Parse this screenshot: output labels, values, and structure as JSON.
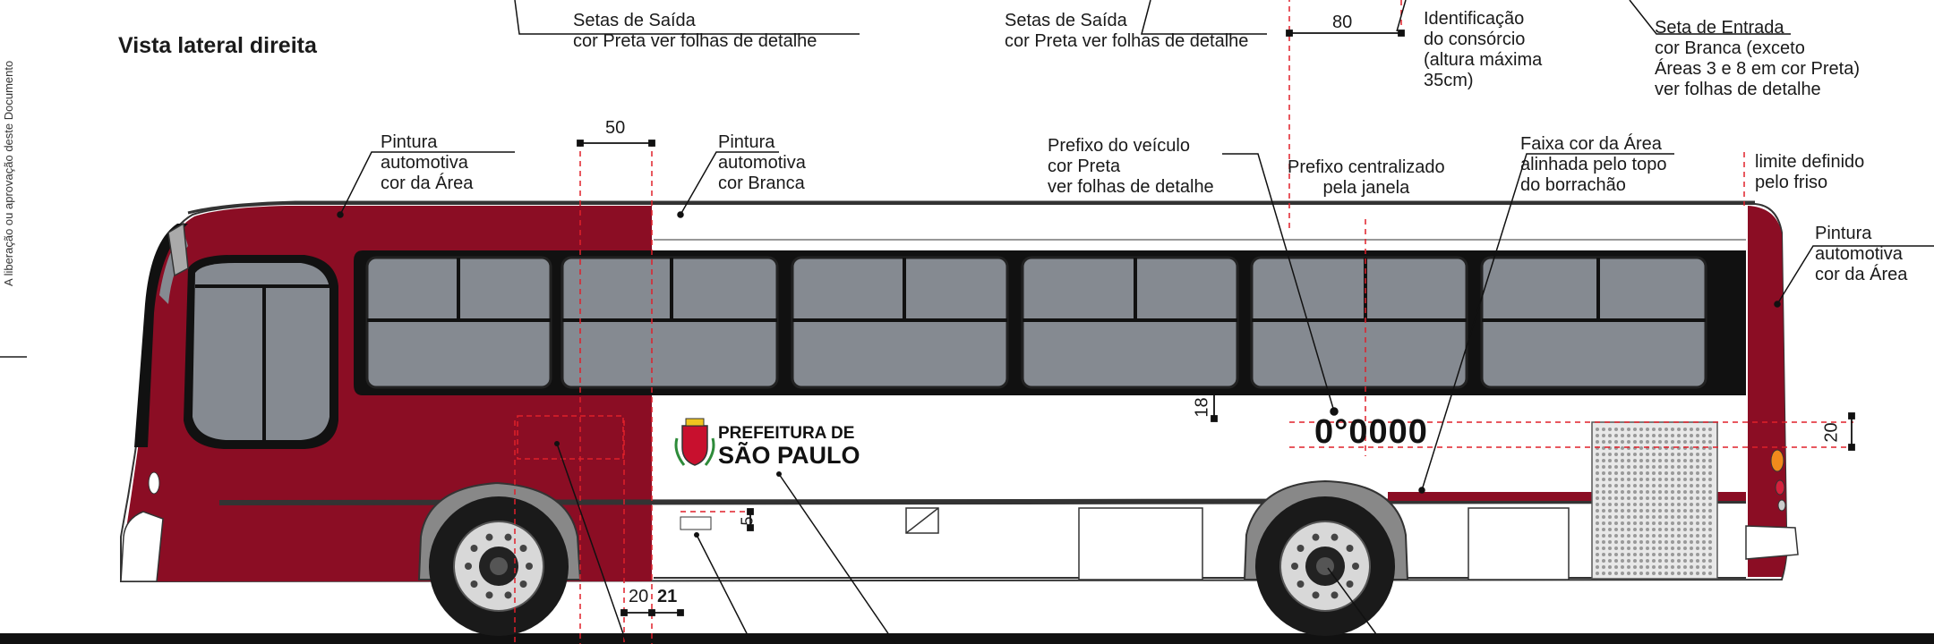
{
  "margin_note": "A liberação ou aprovação deste Documento",
  "title": "Vista lateral direita",
  "callouts": {
    "setas_saida_1": [
      "Setas de Saída",
      "cor Preta ver folhas de detalhe"
    ],
    "setas_saida_2": [
      "Setas de Saída",
      "cor Preta ver folhas de detalhe"
    ],
    "identificacao": [
      "Identificação",
      "do consórcio",
      "(altura máxima",
      "35cm)"
    ],
    "seta_entrada": [
      "Seta de Entrada",
      "cor Branca (exceto",
      "Áreas 3 e 8 em cor Preta)",
      "ver folhas de detalhe"
    ],
    "pintura_area_left": [
      "Pintura",
      "automotiva",
      "cor da Área"
    ],
    "pintura_branca": [
      "Pintura",
      "automotiva",
      "cor Branca"
    ],
    "prefixo_veiculo": [
      "Prefixo do veículo",
      "cor Preta",
      "ver folhas de detalhe"
    ],
    "prefixo_centralizado": [
      "Prefixo centralizado",
      "pela janela"
    ],
    "faixa_area": [
      "Faixa cor da Área",
      "alinhada pelo topo",
      "do borrachão"
    ],
    "limite_friso": [
      "limite definido",
      "pelo friso"
    ],
    "pintura_area_right": [
      "Pintura",
      "automotiva",
      "cor da Área"
    ]
  },
  "dimensions": {
    "top_80": "80",
    "window_50": "50",
    "offset_18": "18",
    "height_20": "20",
    "tag_5": "5",
    "bottom_20": "20",
    "bottom_21": "21"
  },
  "vehicle_prefix": "0°0000",
  "logo": {
    "line1": "PREFEITURA DE",
    "line2": "SÃO PAULO"
  },
  "colors": {
    "area_red": "#8b0d24",
    "body_white": "#ffffff",
    "window_gray": "#858a91",
    "frame_black": "#111111",
    "dimension_red": "#e0202a",
    "outline": "#333333"
  }
}
